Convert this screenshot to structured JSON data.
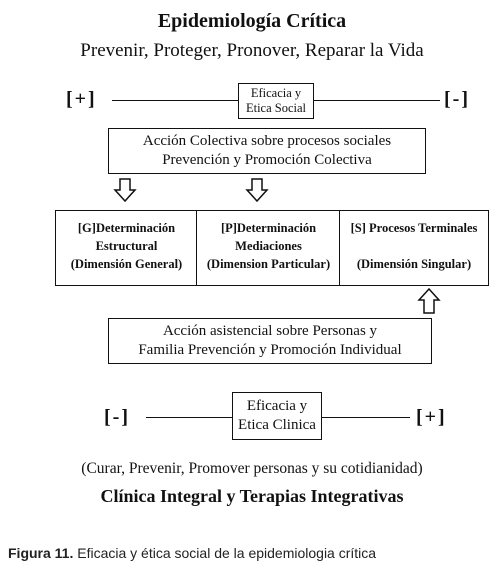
{
  "title": "Epidemiología Crítica",
  "subtitle": "Prevenir, Proteger, Pronover, Reparar la Vida",
  "top_row": {
    "left_sign": "[+]",
    "right_sign": "[-]",
    "box_line1": "Eficacia y",
    "box_line2": "Etica Social"
  },
  "collective_box": {
    "line1": "Acción Colectiva sobre procesos sociales",
    "line2": "Prevención y Promoción Colectiva"
  },
  "dimensions": [
    {
      "line1": "[G]Determinación",
      "line2": "Estructural",
      "line3": "(Dimensión General)"
    },
    {
      "line1": "[P]Determinación",
      "line2": "Mediaciones",
      "line3": "(Dimension Particular)"
    },
    {
      "line1": "[S] Procesos Terminales",
      "line2": "",
      "line3": "(Dimensión Singular)"
    }
  ],
  "assist_box": {
    "line1": "Acción asistencial sobre Personas y",
    "line2": "Familia Prevención y Promoción Individual"
  },
  "bottom_row": {
    "left_sign": "[-]",
    "right_sign": "[+]",
    "box_line1": "Eficacia y",
    "box_line2": "Etica Clinica"
  },
  "bottom_text1": "(Curar, Prevenir, Promover personas y su cotidianidad)",
  "bottom_text2": "Clínica Integral y Terapias Integrativas",
  "caption": {
    "label": "Figura 11.",
    "text": "Eficacia y ética social de la epidemiologia crítica"
  }
}
